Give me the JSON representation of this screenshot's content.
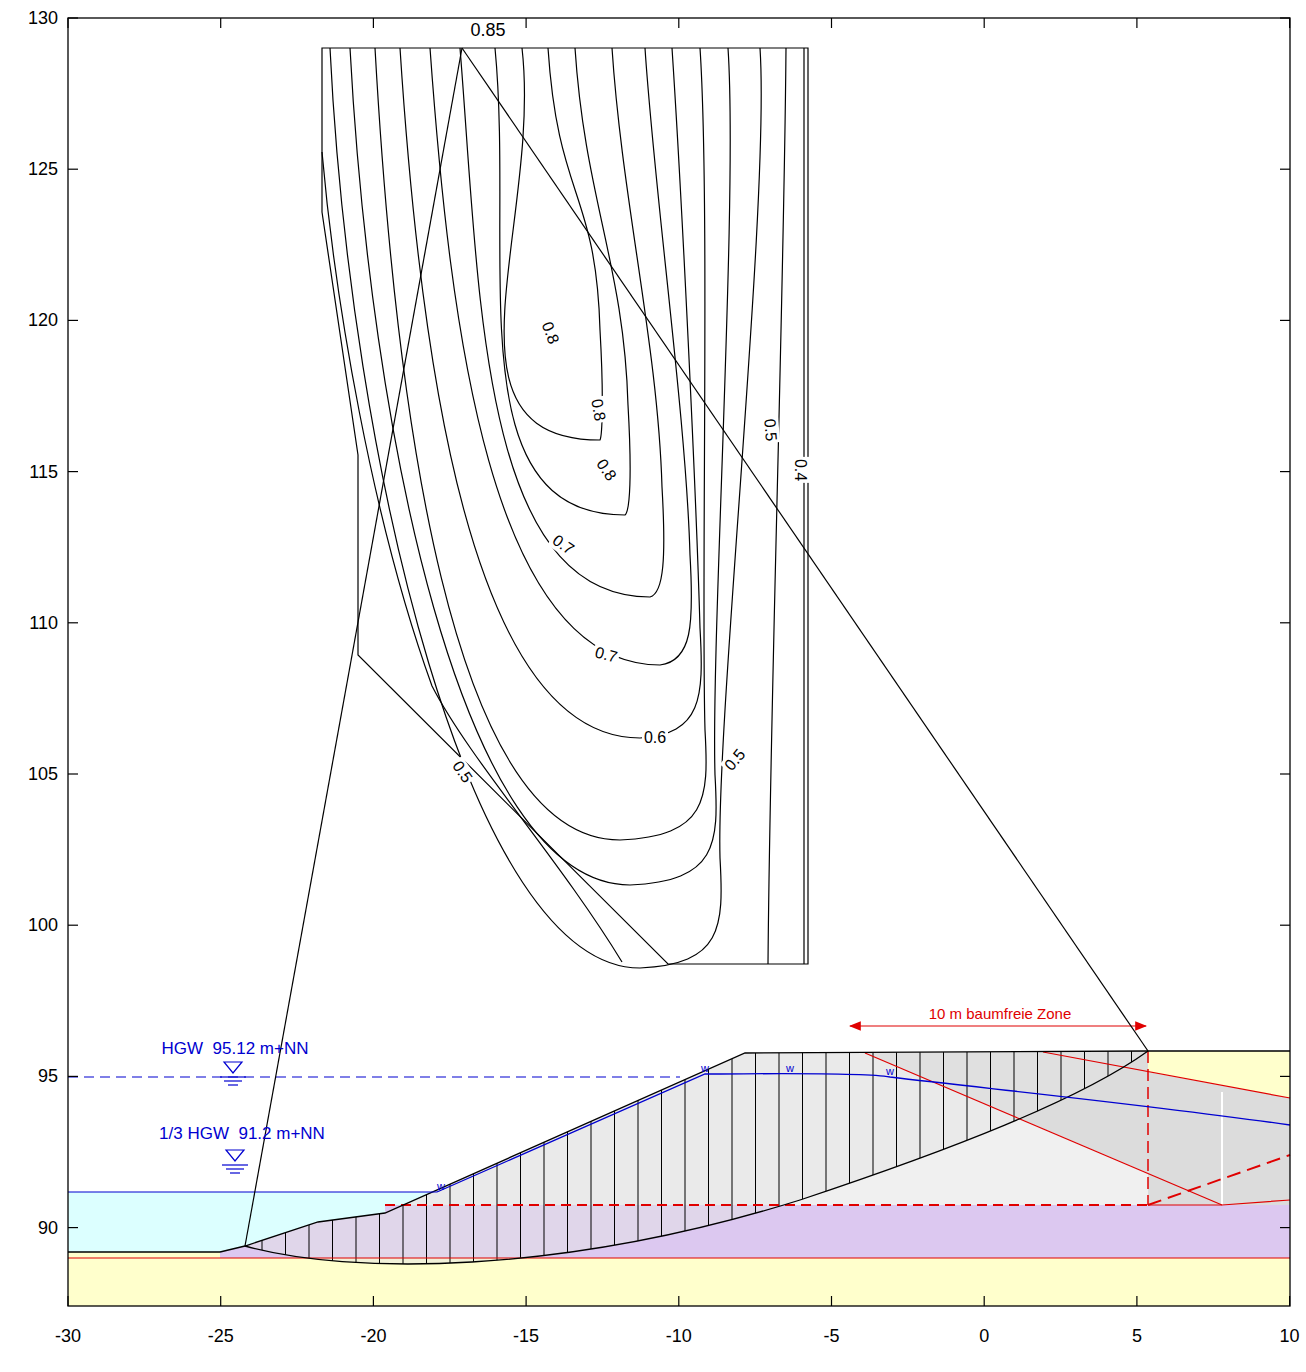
{
  "diagram": {
    "labels": [
      "130",
      "125",
      "120",
      "115",
      "110",
      "105",
      "100",
      "95",
      "90",
      "-30",
      "-25",
      "-20",
      "-15",
      "-10",
      "-5",
      "0",
      "5",
      "10",
      "0.85",
      "0.8",
      "0.8",
      "0.8",
      "0.7",
      "0.7",
      "0.6",
      "0.5",
      "0.5",
      "0.5",
      "0.4",
      "HGW  95.12 m+NN",
      "1/3 HGW  91.2 m+NN",
      "w",
      "w",
      "w",
      "w",
      "10 m baumfreie Zone"
    ]
  }
}
